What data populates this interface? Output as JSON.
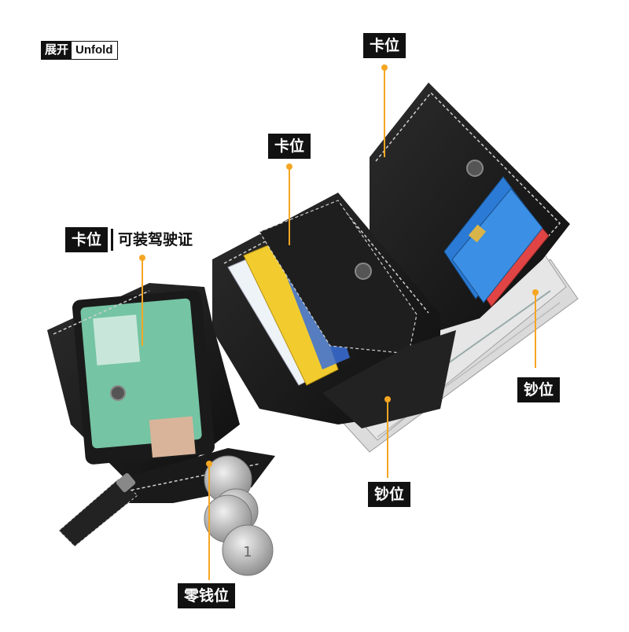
{
  "unfold_tag": {
    "cn": "展开",
    "en": "Unfold"
  },
  "labels": {
    "card_slot_top": "卡位",
    "card_slot_middle": "卡位",
    "card_slot_left": "卡位",
    "id_card_note": "可装驾驶证",
    "cash_slot_right": "钞位",
    "cash_slot_bottom": "钞位",
    "coin_pocket": "零钱位"
  },
  "colors": {
    "accent_line": "#f5a623",
    "label_bg": "#111111",
    "wallet_leather": "#1c1c1c",
    "stitch": "#cfcfcf"
  }
}
